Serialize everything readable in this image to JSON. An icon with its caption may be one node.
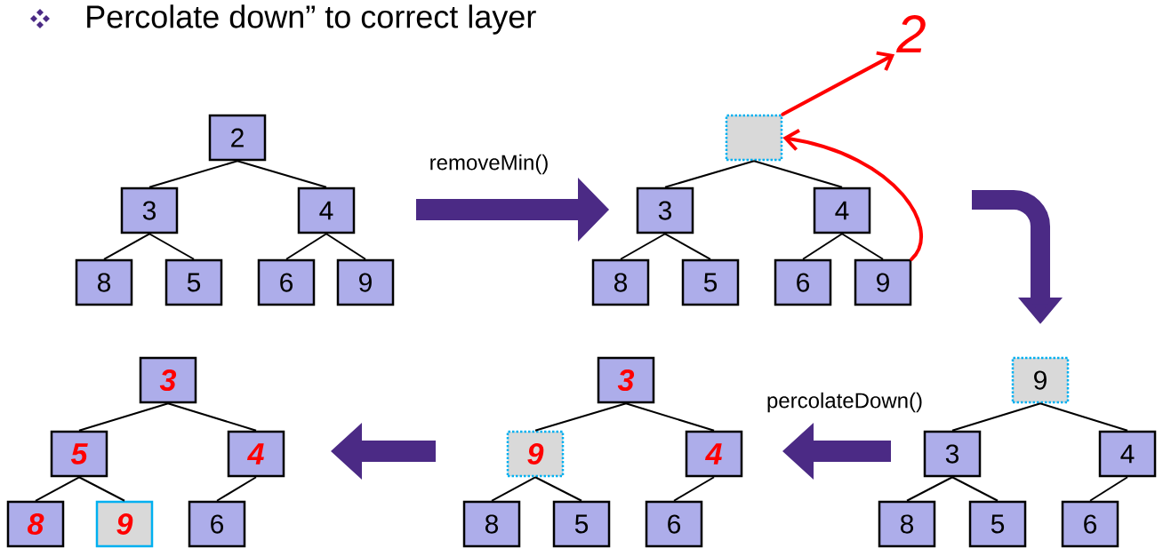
{
  "diagram": {
    "title": "Percolate down” to correct layer",
    "nodes": [
      {
        "text": [
          "2"
        ]
      },
      {
        "text": [
          "3"
        ]
      },
      {
        "text": [
          "4"
        ]
      },
      {
        "text": [
          "8"
        ]
      },
      {
        "text": [
          "5"
        ]
      },
      {
        "text": [
          "6"
        ]
      },
      {
        "text": [
          "9"
        ]
      },
      {
        "text": [],
        "shape": "box"
      },
      {
        "text": [
          "3"
        ]
      },
      {
        "text": [
          "4"
        ]
      },
      {
        "text": [
          "8"
        ]
      },
      {
        "text": [
          "5"
        ]
      },
      {
        "text": [
          "6"
        ]
      },
      {
        "text": [
          "9"
        ]
      },
      {
        "text": [
          "2"
        ]
      },
      {
        "text": [
          "9"
        ]
      },
      {
        "text": [
          "3"
        ]
      },
      {
        "text": [
          "4"
        ]
      },
      {
        "text": [
          "8"
        ]
      },
      {
        "text": [
          "5"
        ]
      },
      {
        "text": [
          "6"
        ]
      },
      {
        "text": [
          "3"
        ]
      },
      {
        "text": [
          "9"
        ]
      },
      {
        "text": [
          "4"
        ]
      },
      {
        "text": [
          "8"
        ]
      },
      {
        "text": [
          "5"
        ]
      },
      {
        "text": [
          "6"
        ]
      },
      {
        "text": [
          "3"
        ]
      },
      {
        "text": [
          "5"
        ]
      },
      {
        "text": [
          "4"
        ]
      },
      {
        "text": [
          "8"
        ]
      },
      {
        "text": [
          "9"
        ]
      },
      {
        "text": [
          "6"
        ]
      }
    ],
    "edges": [
      {
        "from": 0,
        "to": 1,
        "arrow": "none"
      },
      {
        "from": 0,
        "to": 2,
        "arrow": "none"
      },
      {
        "from": 1,
        "to": 3,
        "arrow": "none"
      },
      {
        "from": 1,
        "to": 4,
        "arrow": "none"
      },
      {
        "from": 2,
        "to": 5,
        "arrow": "none"
      },
      {
        "from": 2,
        "to": 6,
        "arrow": "none"
      },
      {
        "from": 7,
        "to": 8,
        "arrow": "none"
      },
      {
        "from": 7,
        "to": 9,
        "arrow": "none"
      },
      {
        "from": 8,
        "to": 10,
        "arrow": "none"
      },
      {
        "from": 8,
        "to": 11,
        "arrow": "none"
      },
      {
        "from": 9,
        "to": 12,
        "arrow": "none"
      },
      {
        "from": 9,
        "to": 13,
        "arrow": "none"
      },
      {
        "from": 13,
        "to": 7,
        "arrow": "to",
        "style": "thick",
        "color": "#ff0000"
      },
      {
        "from": 7,
        "to": 14,
        "arrow": "to",
        "style": "thick",
        "color": "#ff0000"
      },
      {
        "from": 15,
        "to": 16,
        "arrow": "none"
      },
      {
        "from": 15,
        "to": 17,
        "arrow": "none"
      },
      {
        "from": 16,
        "to": 18,
        "arrow": "none"
      },
      {
        "from": 16,
        "to": 19,
        "arrow": "none"
      },
      {
        "from": 17,
        "to": 20,
        "arrow": "none"
      },
      {
        "from": 21,
        "to": 22,
        "arrow": "none"
      },
      {
        "from": 21,
        "to": 23,
        "arrow": "none"
      },
      {
        "from": 22,
        "to": 24,
        "arrow": "none"
      },
      {
        "from": 22,
        "to": 25,
        "arrow": "none"
      },
      {
        "from": 23,
        "to": 26,
        "arrow": "none"
      },
      {
        "from": 27,
        "to": 28,
        "arrow": "none"
      },
      {
        "from": 27,
        "to": 29,
        "arrow": "none"
      },
      {
        "from": 28,
        "to": 30,
        "arrow": "none"
      },
      {
        "from": 28,
        "to": 31,
        "arrow": "none"
      },
      {
        "from": 29,
        "to": 32,
        "arrow": "none"
      }
    ],
    "labels": [
      "removeMin()",
      "percolateDown()"
    ]
  }
}
